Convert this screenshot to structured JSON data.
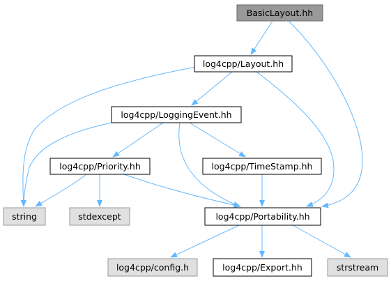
{
  "colors": {
    "root_fill": "#999999",
    "node_fill": "#ffffff",
    "external_fill": "#e0e0e0",
    "root_stroke": "#666666",
    "node_stroke": "#000000",
    "external_stroke": "#999999",
    "edge": "#63b8ff"
  },
  "nodes": [
    {
      "id": "basiclayout",
      "label": "BasicLayout.hh",
      "kind": "root"
    },
    {
      "id": "layout",
      "label": "log4cpp/Layout.hh",
      "kind": "header"
    },
    {
      "id": "loggingevent",
      "label": "log4cpp/LoggingEvent.hh",
      "kind": "header"
    },
    {
      "id": "priority",
      "label": "log4cpp/Priority.hh",
      "kind": "header"
    },
    {
      "id": "timestamp",
      "label": "log4cpp/TimeStamp.hh",
      "kind": "header"
    },
    {
      "id": "string",
      "label": "string",
      "kind": "external"
    },
    {
      "id": "stdexcept",
      "label": "stdexcept",
      "kind": "external"
    },
    {
      "id": "portability",
      "label": "log4cpp/Portability.hh",
      "kind": "header"
    },
    {
      "id": "config",
      "label": "log4cpp/config.h",
      "kind": "external"
    },
    {
      "id": "export",
      "label": "log4cpp/Export.hh",
      "kind": "header"
    },
    {
      "id": "strstream",
      "label": "strstream",
      "kind": "external"
    }
  ],
  "edges": [
    {
      "from": "basiclayout",
      "to": "layout"
    },
    {
      "from": "basiclayout",
      "to": "portability"
    },
    {
      "from": "layout",
      "to": "loggingevent"
    },
    {
      "from": "layout",
      "to": "string"
    },
    {
      "from": "layout",
      "to": "portability"
    },
    {
      "from": "loggingevent",
      "to": "priority"
    },
    {
      "from": "loggingevent",
      "to": "string"
    },
    {
      "from": "loggingevent",
      "to": "timestamp"
    },
    {
      "from": "loggingevent",
      "to": "portability"
    },
    {
      "from": "priority",
      "to": "string"
    },
    {
      "from": "priority",
      "to": "stdexcept"
    },
    {
      "from": "priority",
      "to": "portability"
    },
    {
      "from": "timestamp",
      "to": "portability"
    },
    {
      "from": "portability",
      "to": "config"
    },
    {
      "from": "portability",
      "to": "export"
    },
    {
      "from": "portability",
      "to": "strstream"
    }
  ]
}
